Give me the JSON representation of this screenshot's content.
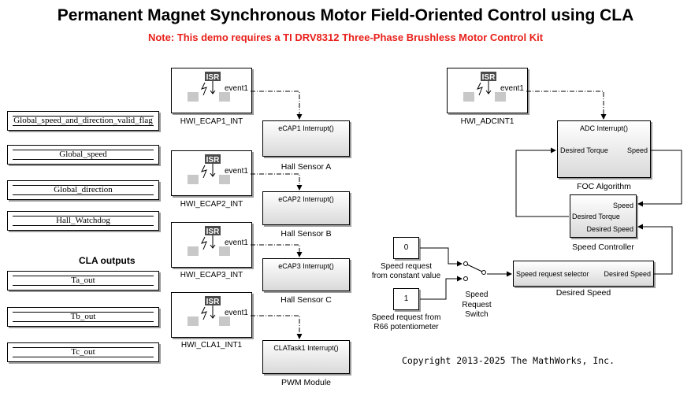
{
  "title": "Permanent Magnet Synchronous Motor Field-Oriented Control using CLA",
  "note": "Note: This demo requires a TI DRV8312 Three-Phase Brushless Motor Control Kit",
  "data_stores": [
    "Global_speed_and_direction_valid_flag",
    "Global_speed",
    "Global_direction",
    "Hall_Watchdog"
  ],
  "cla_outputs_heading": "CLA outputs",
  "cla_outputs": [
    "Ta_out",
    "Tb_out",
    "Tc_out"
  ],
  "isr_icon_text": "ISR",
  "event_port": "event1",
  "hwi": [
    "HWI_ECAP1_INT",
    "HWI_ECAP2_INT",
    "HWI_ECAP3_INT",
    "HWI_CLA1_INT1",
    "HWI_ADCINT1"
  ],
  "interrupt_blocks": [
    {
      "header": "eCAP1 Interrupt()",
      "label": "Hall Sensor A"
    },
    {
      "header": "eCAP2 Interrupt()",
      "label": "Hall Sensor B"
    },
    {
      "header": "eCAP3 Interrupt()",
      "label": "Hall Sensor C"
    },
    {
      "header": "CLATask1 Interrupt()",
      "label": "PWM Module"
    }
  ],
  "foc": {
    "header": "ADC Interrupt()",
    "in_port": "Desired Torque",
    "out_port": "Speed",
    "label": "FOC Algorithm"
  },
  "speed_controller": {
    "in_speed": "Speed",
    "out_torque": "Desired Torque",
    "in_desired": "Desired Speed",
    "label": "Speed Controller"
  },
  "constants": [
    {
      "value": "0",
      "label": "Speed request\nfrom constant value"
    },
    {
      "value": "1",
      "label": "Speed request from\nR66 potentiometer"
    }
  ],
  "switch_label": "Speed\nRequest\nSwitch",
  "desired_speed": {
    "in_port": "Speed request selector",
    "out_port": "Desired Speed",
    "label": "Desired Speed"
  },
  "copyright": "Copyright 2013-2025 The MathWorks, Inc."
}
